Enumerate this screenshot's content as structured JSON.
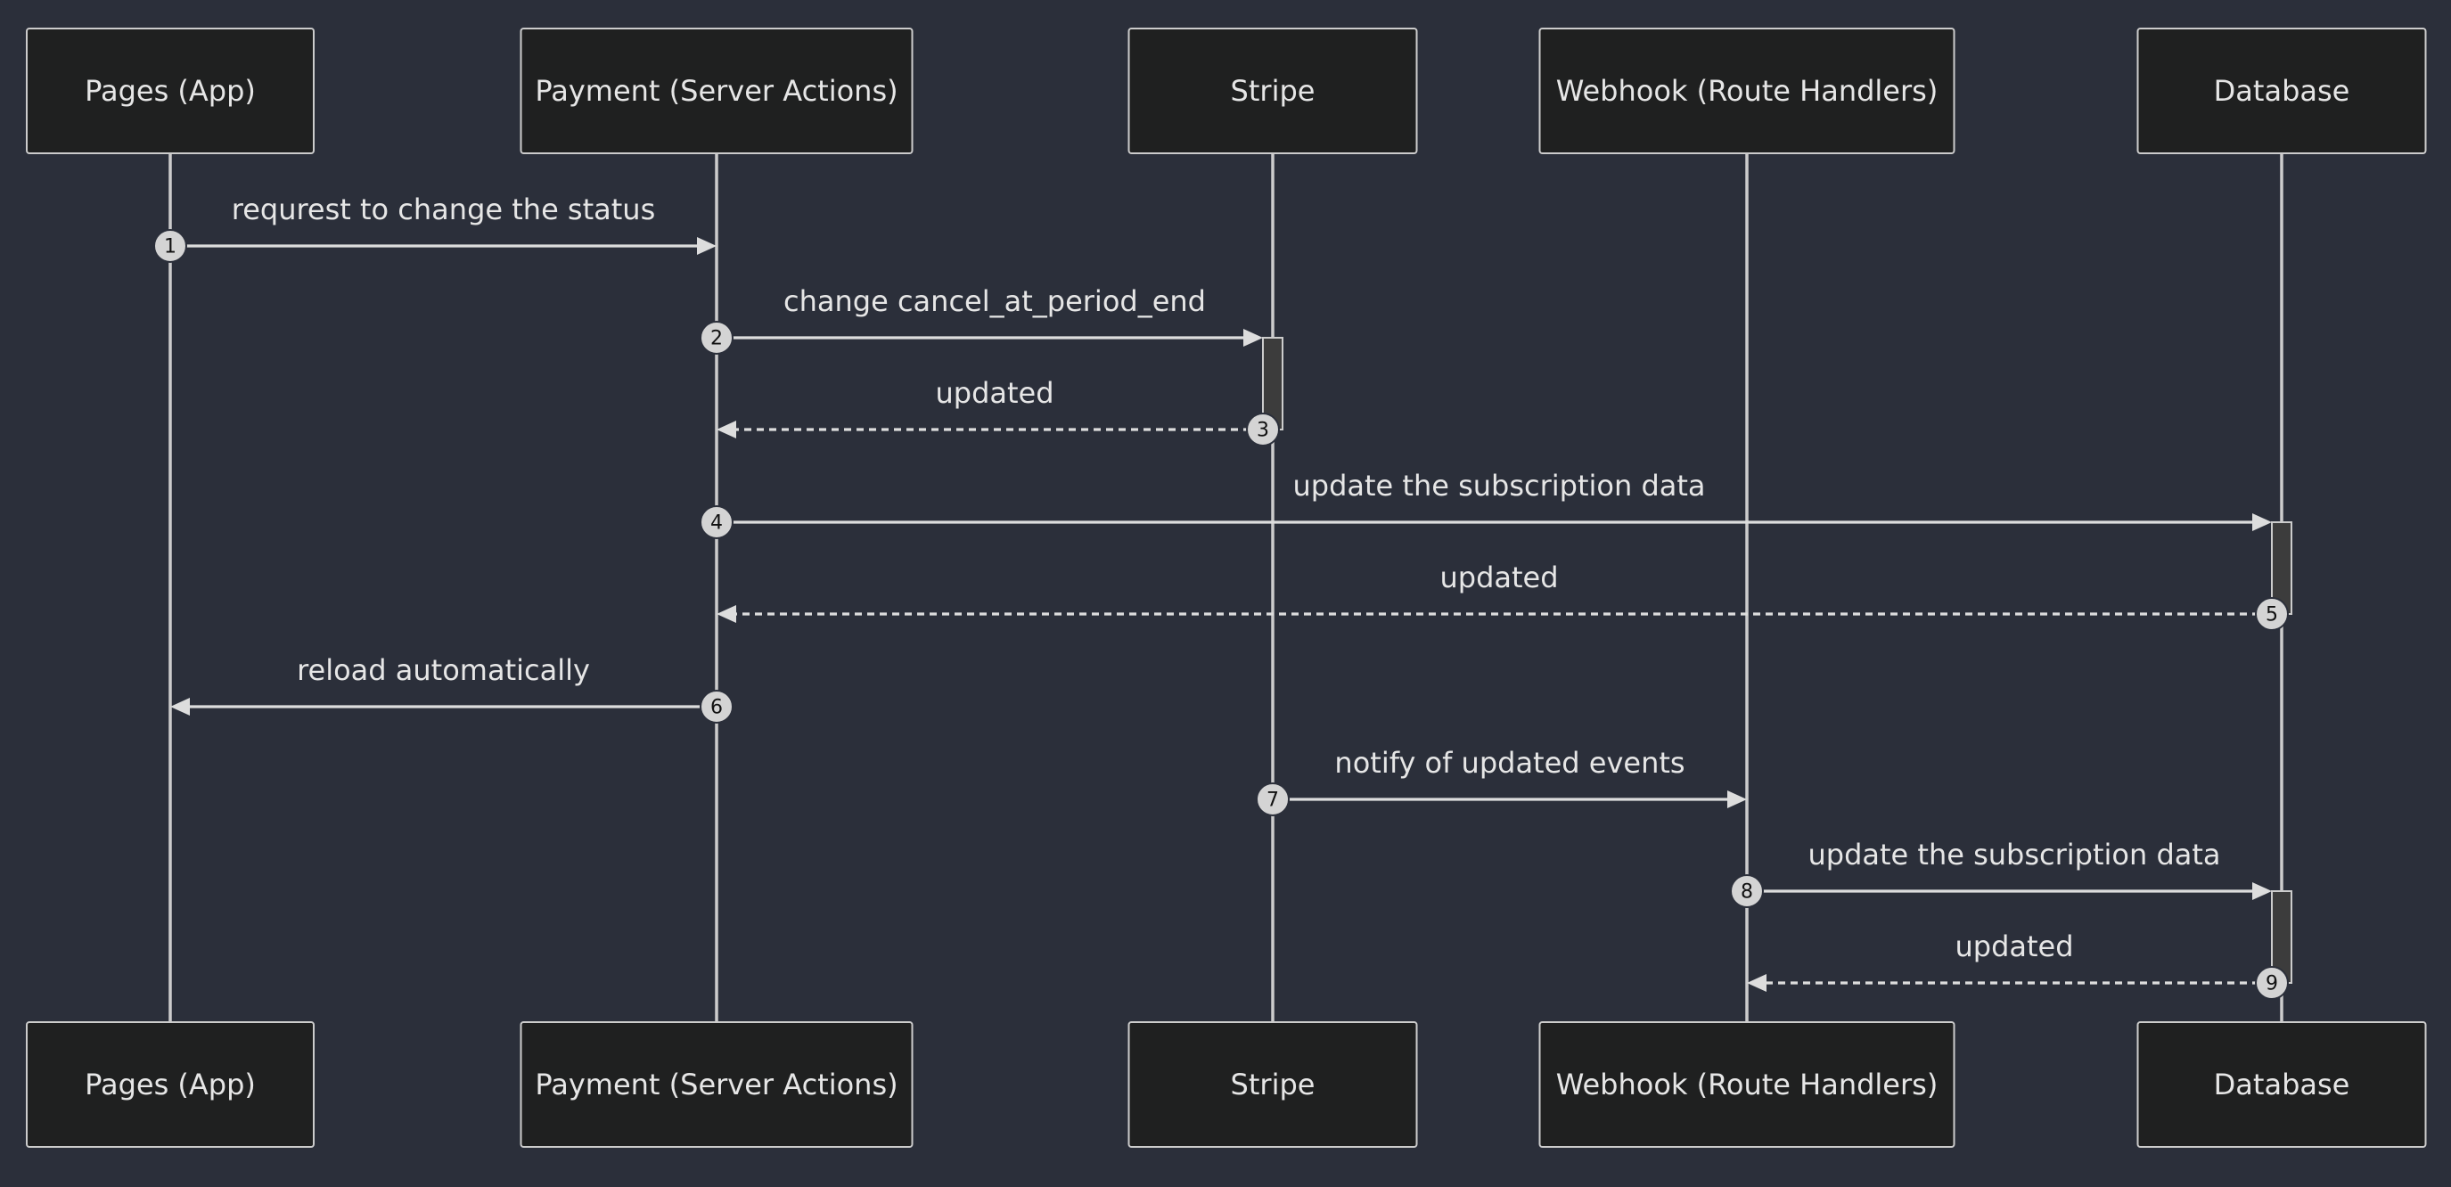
{
  "participants": [
    {
      "id": "pages",
      "label": "Pages (App)"
    },
    {
      "id": "payment",
      "label": "Payment (Server Actions)"
    },
    {
      "id": "stripe",
      "label": "Stripe"
    },
    {
      "id": "webhook",
      "label": "Webhook (Route Handlers)"
    },
    {
      "id": "database",
      "label": "Database"
    }
  ],
  "messages": [
    {
      "num": "1",
      "from": "pages",
      "to": "payment",
      "label": "requrest to change the status",
      "style": "solid"
    },
    {
      "num": "2",
      "from": "payment",
      "to": "stripe",
      "label": "change cancel_at_period_end",
      "style": "solid"
    },
    {
      "num": "3",
      "from": "stripe",
      "to": "payment",
      "label": "updated",
      "style": "dashed"
    },
    {
      "num": "4",
      "from": "payment",
      "to": "database",
      "label": "update the subscription data",
      "style": "solid"
    },
    {
      "num": "5",
      "from": "database",
      "to": "payment",
      "label": "updated",
      "style": "dashed"
    },
    {
      "num": "6",
      "from": "payment",
      "to": "pages",
      "label": "reload automatically",
      "style": "solid"
    },
    {
      "num": "7",
      "from": "stripe",
      "to": "webhook",
      "label": "notify of updated events",
      "style": "solid"
    },
    {
      "num": "8",
      "from": "webhook",
      "to": "database",
      "label": "update the subscription data",
      "style": "solid"
    },
    {
      "num": "9",
      "from": "database",
      "to": "webhook",
      "label": "updated",
      "style": "dashed"
    }
  ],
  "activations": [
    {
      "on": "stripe",
      "from_msg": 2,
      "to_msg": 3
    },
    {
      "on": "database",
      "from_msg": 4,
      "to_msg": 5
    },
    {
      "on": "database",
      "from_msg": 8,
      "to_msg": 9
    }
  ],
  "colors": {
    "background": "#2b2f3a",
    "actor_fill": "#1f2020",
    "line": "#cccccc",
    "text": "#e6e6e6"
  }
}
